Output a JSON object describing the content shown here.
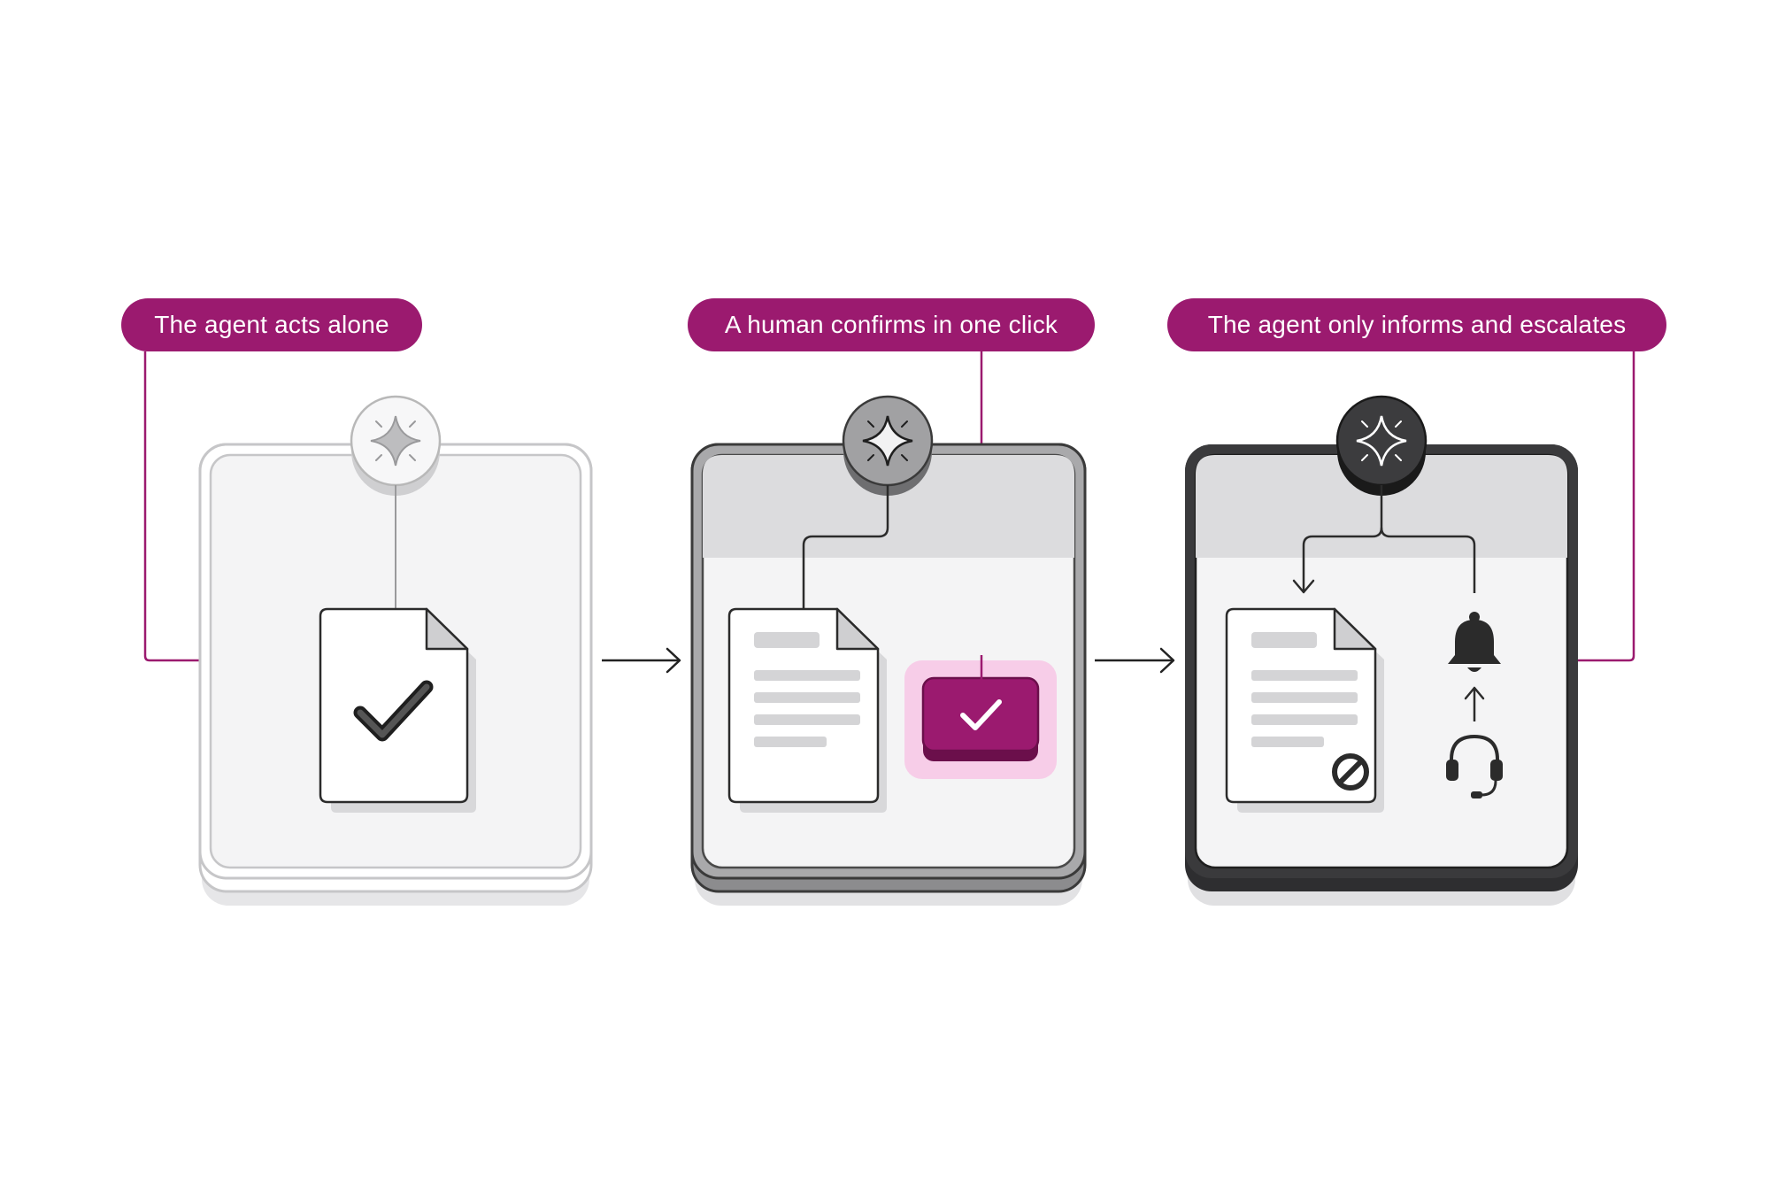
{
  "colors": {
    "accent": "#9b1a6f",
    "accent_light": "#f7cde8",
    "panel_fill": "#f4f4f5",
    "panel_header": "#dcdcde",
    "stroke_dark": "#2b2b2b",
    "stroke_mid": "#555555",
    "stroke_light": "#b8b8b8",
    "shadow": "#dcdcde"
  },
  "labels": {
    "mode_1": "The agent acts alone",
    "mode_2": "A human confirms in one click",
    "mode_3": "The agent only informs and escalates"
  },
  "icons": {
    "agent": "sparkle-icon",
    "document": "document-icon",
    "check": "checkmark-icon",
    "confirm": "confirm-check-button",
    "blocked": "prohibited-icon",
    "alert": "bell-icon",
    "escalation": "headset-icon",
    "flow": "arrow-right-icon"
  }
}
